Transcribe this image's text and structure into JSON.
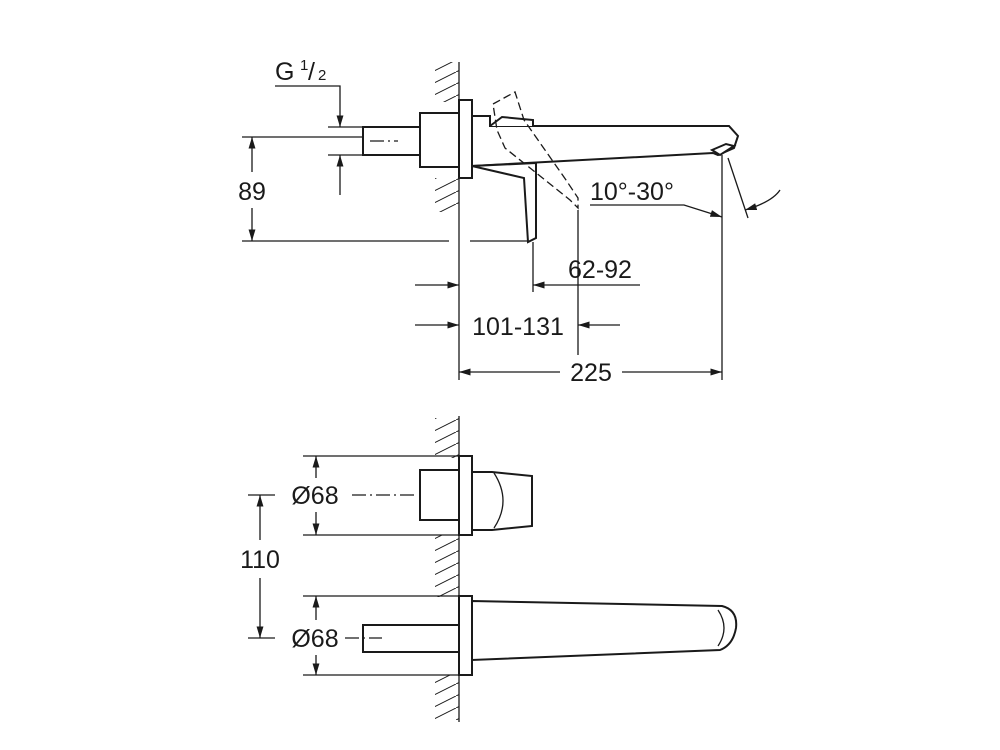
{
  "side_view": {
    "thread_label": "G",
    "thread_num": "1",
    "thread_den": "2",
    "height_dim": "89",
    "angle_dim": "10°-30°",
    "lever_dim": "62-92",
    "depth_dim": "101-131",
    "length_dim": "225"
  },
  "front_view": {
    "upper_dia_dim": "Ø68",
    "spacing_dim": "110",
    "lower_dia_dim": "Ø68"
  },
  "colors": {
    "line": "#1a1a1a",
    "background": "#ffffff"
  }
}
